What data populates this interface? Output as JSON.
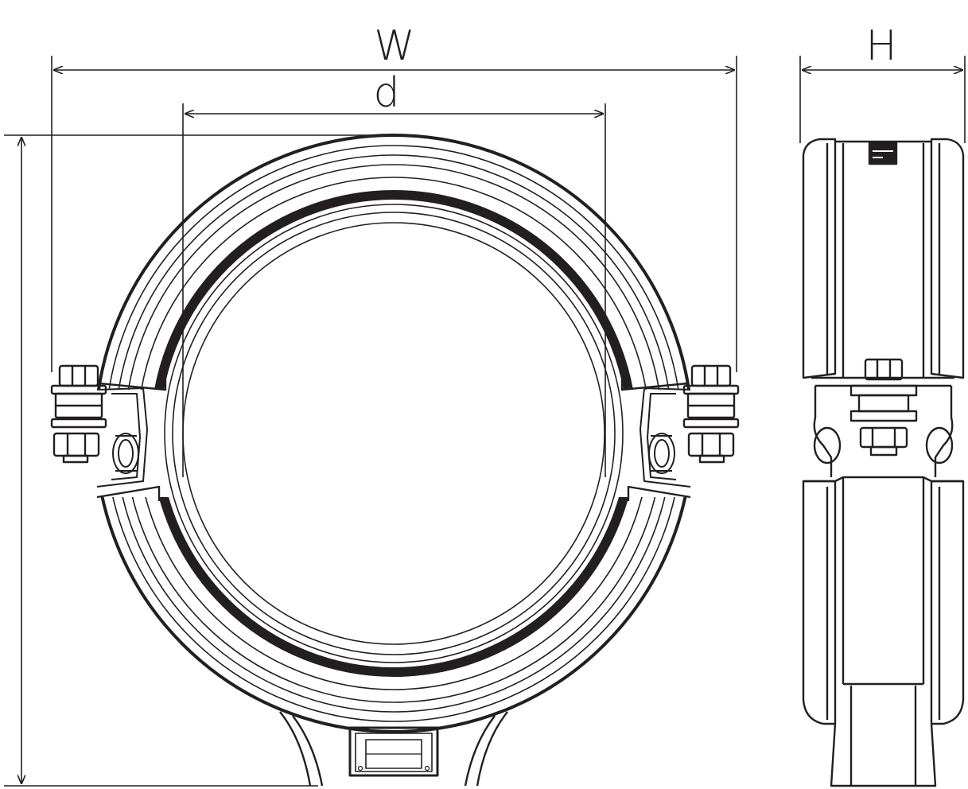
{
  "labels": {
    "width": "W",
    "diameter": "d",
    "height": "H"
  },
  "colors": {
    "line": "#231f20",
    "background": "#ffffff"
  }
}
